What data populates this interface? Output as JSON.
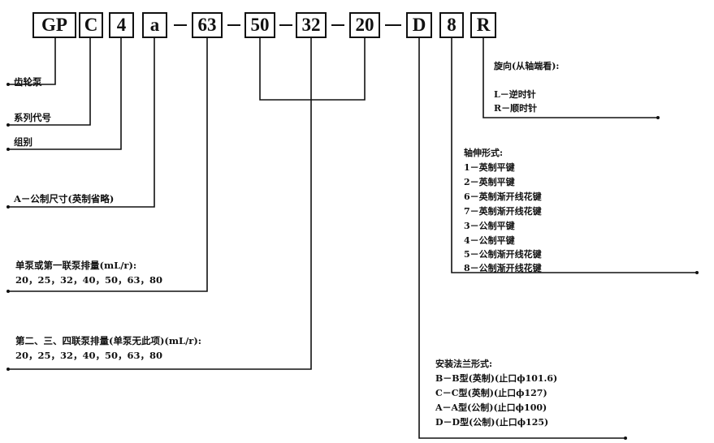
{
  "model_code": {
    "segments": [
      "GP",
      "C",
      "4",
      "a",
      "63",
      "50",
      "32",
      "20",
      "D",
      "8",
      "R"
    ]
  },
  "labels": {
    "gear_pump": "齿轮泵",
    "series_code": "系列代号",
    "group": "组别",
    "dimension": "A－公制尺寸(英制省略)",
    "first_displacement_title": "单泵或第一联泵排量(mL/r):",
    "first_displacement_values": "20，25，32，40，50，63，80",
    "other_displacement_title": "第二、三、四联泵排量(单泵无此项)(mL/r):",
    "other_displacement_values": "20，25，32，40，50，63，80"
  },
  "rotation": {
    "title": "旋向(从轴端看):",
    "options": [
      "L－逆时针",
      "R－顺时针"
    ]
  },
  "shaft": {
    "title": "轴伸形式:",
    "options": [
      "1－英制平键",
      "2－英制平键",
      "6－英制渐开线花键",
      "7－英制渐开线花键",
      "3－公制平键",
      "4－公制平键",
      "5－公制渐开线花键",
      "8－公制渐开线花键"
    ]
  },
  "flange": {
    "title": "安装法兰形式:",
    "options": [
      "B－B型(英制)(止口ϕ101.6)",
      "C－C型(英制)(止口ϕ127)",
      "A－A型(公制)(止口ϕ100)",
      "D－D型(公制)(止口ϕ125)"
    ]
  }
}
